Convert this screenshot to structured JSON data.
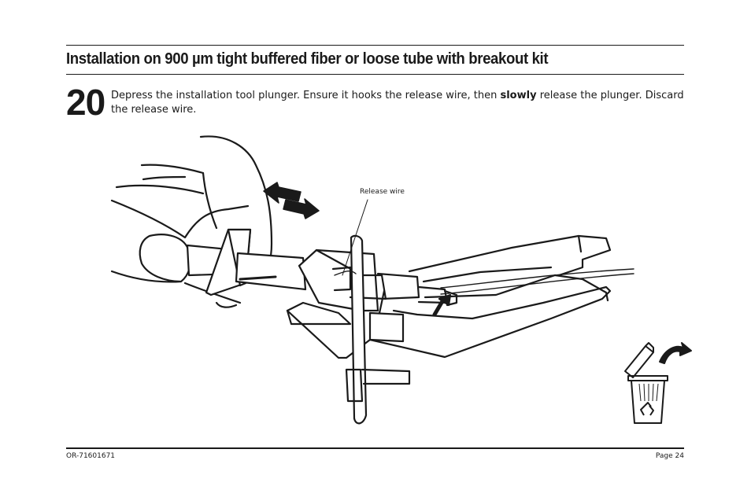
{
  "header": {
    "title": "Installation on 900 µm tight buffered fiber or loose tube with breakout kit"
  },
  "step": {
    "number": "20",
    "text_before": "Depress the installation tool plunger. Ensure it hooks the release wire, then ",
    "text_bold": "slowly",
    "text_after": " release the plunger. Discard the release wire."
  },
  "illustration": {
    "callout_label": "Release wire",
    "icons": [
      "hand-icon",
      "installation-tool-icon",
      "push-pull-arrows-icon",
      "trash-can-icon",
      "recycle-icon",
      "curved-arrow-icon"
    ]
  },
  "footer": {
    "doc_number": "OR-71601671",
    "page_label": "Page 24"
  }
}
